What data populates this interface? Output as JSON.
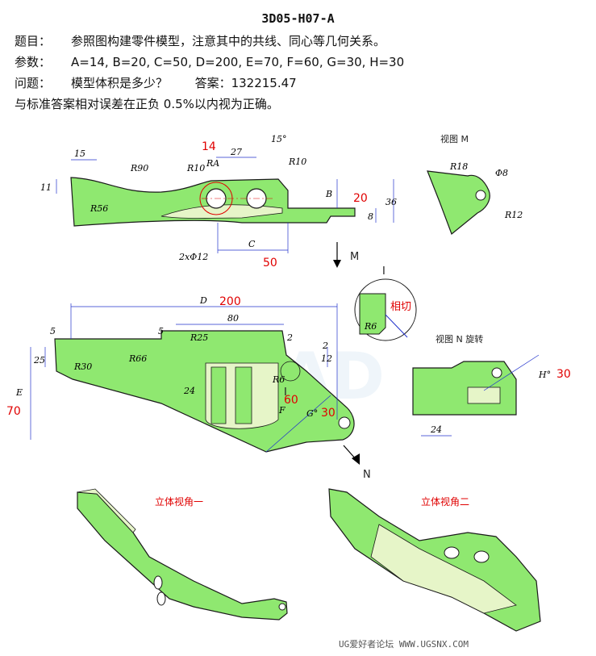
{
  "header": {
    "title": "3D05-H07-A",
    "task_label": "题目：",
    "task_text": "参照图构建零件模型，注意其中的共线、同心等几何关系。",
    "params_label": "参数：",
    "params_text": "A=14, B=20, C=50, D=200, E=70, F=60, G=30, H=30",
    "question_label": "问题：",
    "question_text": "模型体积是多少？",
    "answer_label": "答案：",
    "answer_value": "132215.47",
    "tolerance_text": "与标准答案相对误差在正负 0.5%以内视为正确。"
  },
  "views": {
    "view_m_label": "视图 M",
    "view_n_label": "视图 N 旋转",
    "detail_label": "I",
    "tangent_label": "相切",
    "iso_view_1_label": "立体视角一",
    "iso_view_2_label": "立体视角二",
    "arrow_m": "M",
    "arrow_n": "N",
    "section_i": "I"
  },
  "dimensions": {
    "d15": "15",
    "d11": "11",
    "r90": "R90",
    "r56": "R56",
    "r10a": "R10",
    "ra": "RA",
    "d27": "27",
    "d15deg": "15°",
    "r10b": "R10",
    "b": "B",
    "d36": "36",
    "d8": "8",
    "holes": "2xΦ12",
    "c": "C",
    "r18": "R18",
    "phi8": "Φ8",
    "r12": "R12",
    "r6": "R6",
    "d": "D",
    "d80": "80",
    "d5a": "5",
    "d5b": "5",
    "r25": "R25",
    "d2a": "2",
    "d2b": "2",
    "d12": "12",
    "d25": "25",
    "r30": "R30",
    "r66": "R66",
    "r6b": "R6",
    "d24a": "24",
    "e": "E",
    "f": "F",
    "g": "G°",
    "h": "H°",
    "d24b": "24"
  },
  "values": {
    "a": "14",
    "b": "20",
    "c": "50",
    "d": "200",
    "e": "70",
    "f": "60",
    "g": "30",
    "h": "30"
  },
  "watermark": {
    "brand": "UG爱好者论坛 WWW.UGSNX.COM",
    "bg_text": "CAD"
  },
  "colors": {
    "part_green": "#8fe870",
    "part_light": "#e6f5c8",
    "outline": "#1a1a1a",
    "dim_blue": "#2233cc",
    "value_red": "#e00000"
  }
}
